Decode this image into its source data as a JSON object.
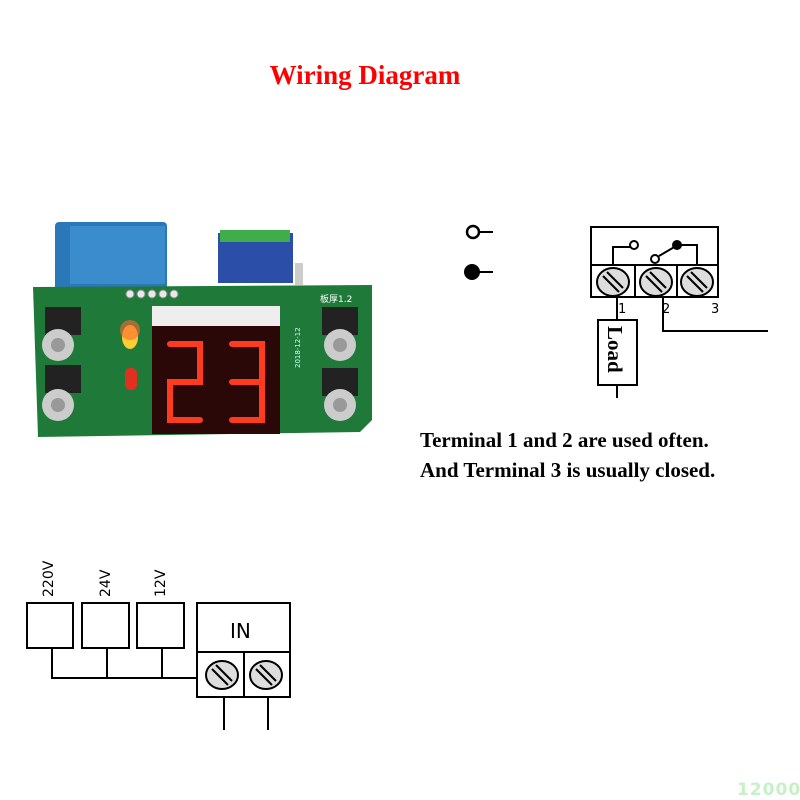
{
  "title": "Wiring Diagram",
  "notes": [
    "Terminal 1 and 2 are used often.",
    "And Terminal 3 is usually closed."
  ],
  "relay": {
    "terminal_labels": [
      "1",
      "2",
      "3"
    ],
    "load_label": "Load",
    "legend": [
      {
        "icon": "open-contact-icon"
      },
      {
        "icon": "closed-contact-icon"
      }
    ]
  },
  "power": {
    "sources": [
      "220V",
      "24V",
      "12V"
    ],
    "input_label": "IN"
  },
  "board": {
    "display_value": "23",
    "silk_text": "板厚1.2",
    "date_text": "2018-12-12"
  },
  "watermark": "12000",
  "colors": {
    "title": "#ff0000",
    "pcb": "#1f7a3a",
    "digit": "#ff3b1f"
  }
}
